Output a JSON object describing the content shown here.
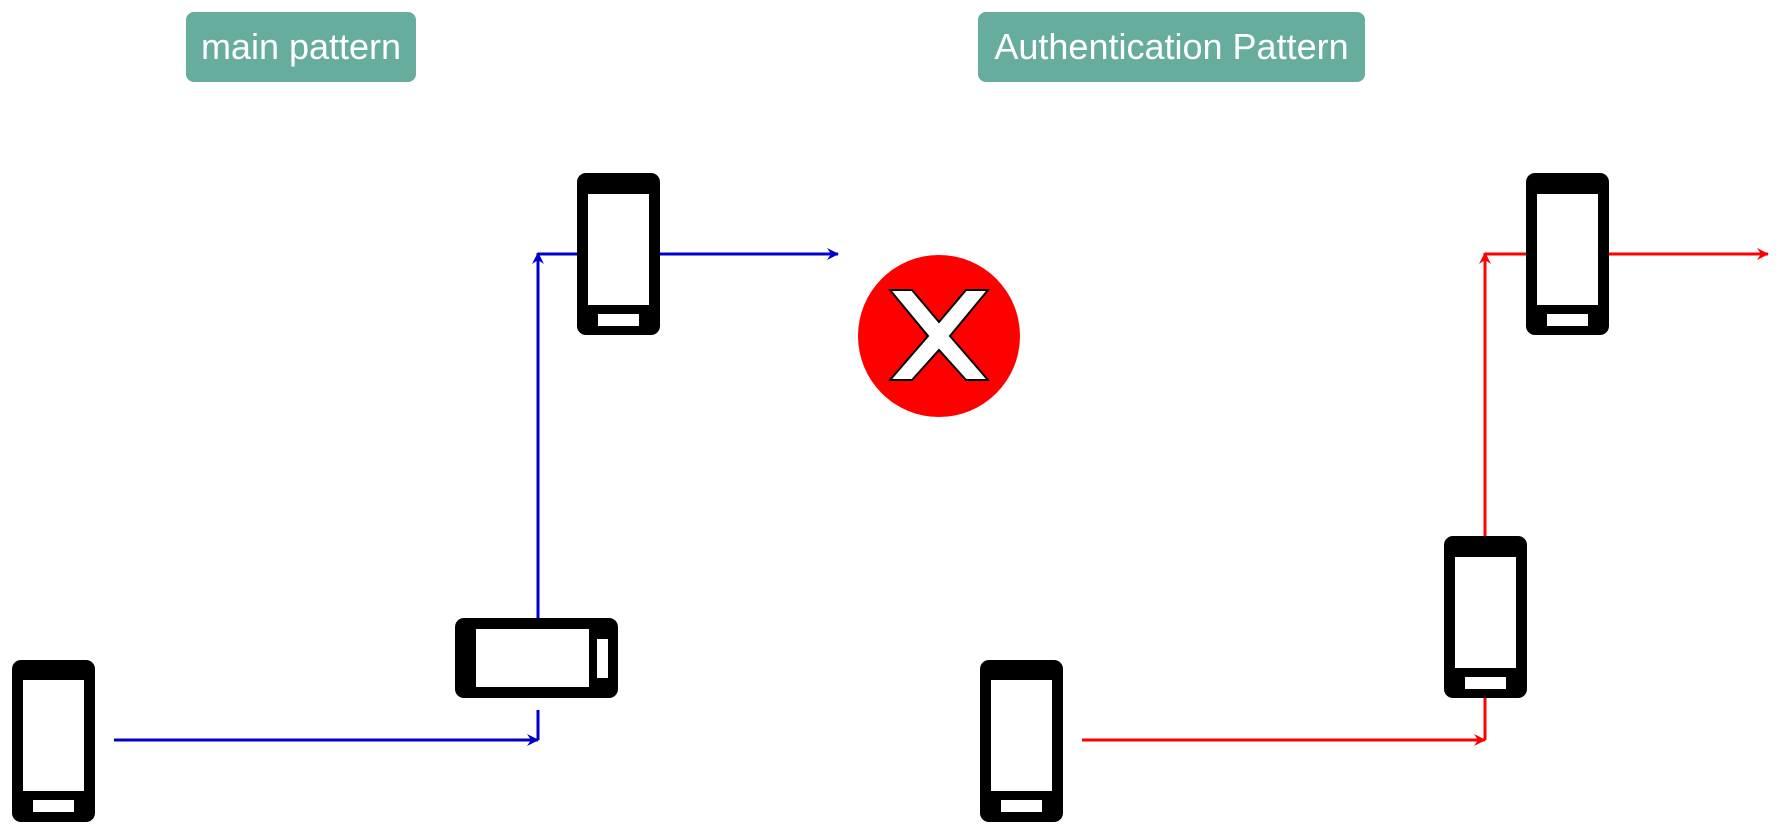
{
  "labels": {
    "main": "main pattern",
    "auth": "Authentication Pattern"
  },
  "colors": {
    "label_background": "#67ad9e",
    "label_text": "#ffffff",
    "main_arrow": "#0000cc",
    "auth_arrow": "#ff0000",
    "device": "#000000",
    "error_circle": "#ff0000"
  },
  "icons": {
    "devices": "mobile-phone-icon",
    "separator": "error-x-icon"
  },
  "patterns": [
    {
      "name": "main pattern",
      "device_orientations": [
        "portrait",
        "landscape",
        "portrait"
      ]
    },
    {
      "name": "Authentication Pattern",
      "device_orientations": [
        "portrait",
        "portrait",
        "portrait"
      ]
    }
  ]
}
